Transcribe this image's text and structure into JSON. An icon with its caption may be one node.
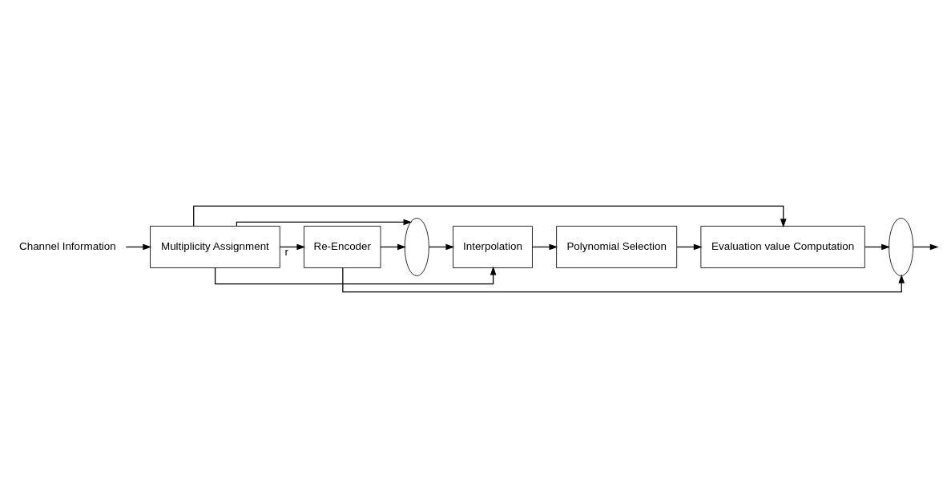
{
  "diagram": {
    "nodes": [
      {
        "text": [
          "Channel Information"
        ]
      },
      {
        "text": [
          "Multiplicity Assignment"
        ]
      },
      {
        "text": [
          "Re-Encoder"
        ]
      },
      {
        "text": [],
        "shape": "circle"
      },
      {
        "text": [
          "Interpolation"
        ]
      },
      {
        "text": [
          "Polynomial Selection"
        ]
      },
      {
        "text": [
          "Evaluation value Computation"
        ]
      },
      {
        "text": [],
        "shape": "circle"
      }
    ],
    "edges": [
      {
        "from": 0,
        "to": 1,
        "arrow": "to"
      },
      {
        "from": 1,
        "to": 2,
        "arrow": "to",
        "label": "r"
      },
      {
        "from": 2,
        "to": 3,
        "arrow": "to"
      },
      {
        "from": 3,
        "to": 4,
        "arrow": "to"
      },
      {
        "from": 4,
        "to": 5,
        "arrow": "to"
      },
      {
        "from": 5,
        "to": 6,
        "arrow": "to"
      },
      {
        "from": 6,
        "to": 7,
        "arrow": "to"
      },
      {
        "from": 7,
        "to": null,
        "arrow": "to"
      },
      {
        "from": 1,
        "to": 4,
        "arrow": "to"
      },
      {
        "from": 1,
        "to": 6,
        "arrow": "to"
      },
      {
        "from": 1,
        "to": 3,
        "arrow": "to"
      },
      {
        "from": 2,
        "to": 7,
        "arrow": "to"
      }
    ]
  }
}
